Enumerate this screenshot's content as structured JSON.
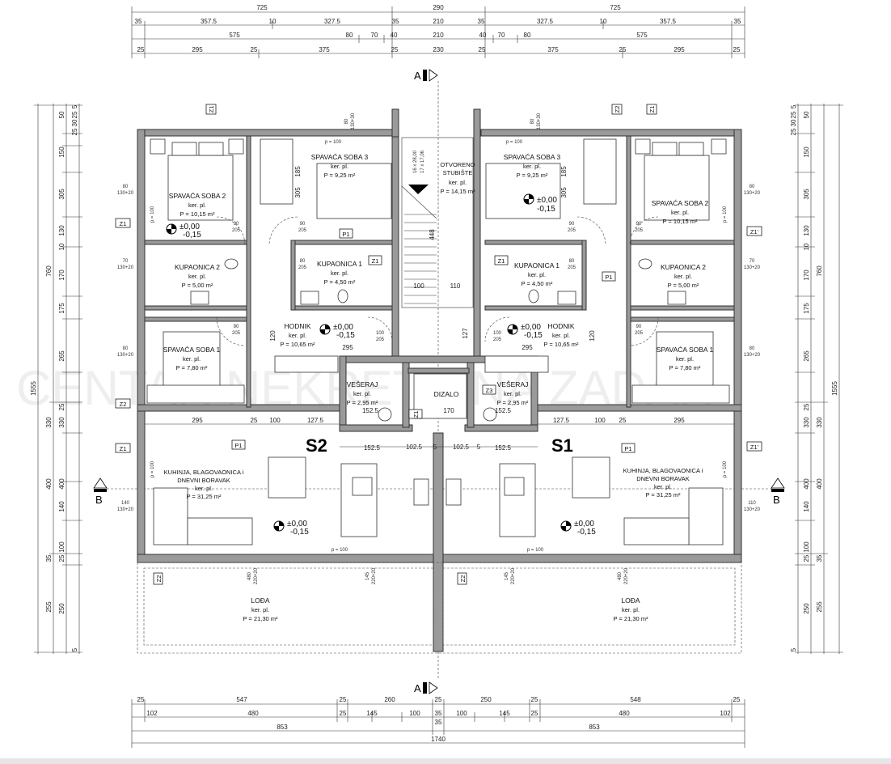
{
  "watermark": "CENTAR NEKRETNINA ZADAR",
  "dims_top": {
    "row1": [
      "725",
      "290",
      "725"
    ],
    "row2": [
      "35",
      "357.5",
      "10",
      "327.5",
      "35",
      "210",
      "35",
      "327.5",
      "10",
      "357.5",
      "35"
    ],
    "row3": [
      "575",
      "80",
      "70",
      "40",
      "210",
      "40",
      "70",
      "80",
      "575"
    ],
    "row4": [
      "25",
      "295",
      "25",
      "375",
      "25",
      "230",
      "25",
      "375",
      "25",
      "295",
      "25"
    ]
  },
  "dims_bottom": {
    "row1": [
      "25",
      "547",
      "25",
      "260",
      "25",
      "250",
      "25",
      "548",
      "25"
    ],
    "row2": [
      "102",
      "480",
      "25",
      "145",
      "100",
      "35",
      "100",
      "145",
      "25",
      "480",
      "102"
    ],
    "row3": [
      "853",
      "35",
      "853"
    ],
    "row4": [
      "1740"
    ]
  },
  "dims_left": {
    "outer": [
      "1555"
    ],
    "mid": [
      "760",
      "330",
      "400",
      "255"
    ],
    "inner": [
      "50",
      "150",
      "305",
      "130",
      "10",
      "170",
      "175",
      "265",
      "25",
      "330",
      "400",
      "140",
      "100",
      "25",
      "35",
      "250",
      "5"
    ],
    "top_small": [
      "25",
      "30",
      "25",
      "5"
    ]
  },
  "dims_right": {
    "outer": [
      "1555"
    ],
    "mid": [
      "760",
      "330",
      "400",
      "255"
    ],
    "inner": [
      "50",
      "150",
      "305",
      "130",
      "10",
      "170",
      "175",
      "265",
      "25",
      "330",
      "400",
      "140",
      "100",
      "25",
      "35",
      "250",
      "5"
    ],
    "top_small": [
      "25",
      "30",
      "25",
      "5"
    ]
  },
  "section_marks": {
    "a_top": "A",
    "a_bottom": "A",
    "b_left": "B",
    "b_right": "B"
  },
  "units": {
    "left": "S2",
    "right": "S1"
  },
  "rooms": {
    "spavaca2_l": {
      "name": "SPAVAĆA SOBA 2",
      "floor": "ker. pl.",
      "area": "P = 10,15 m²"
    },
    "spavaca3_l": {
      "name": "SPAVAĆA SOBA 3",
      "floor": "ker. pl.",
      "area": "P = 9,25 m²"
    },
    "kupaonica2_l": {
      "name": "KUPAONICA 2",
      "floor": "ker. pl.",
      "area": "P = 5,00 m²"
    },
    "kupaonica1_l": {
      "name": "KUPAONICA 1",
      "floor": "ker. pl.",
      "area": "P = 4,50 m²"
    },
    "hodnik_l": {
      "name": "HODNIK",
      "floor": "ker. pl.",
      "area": "P = 10,65 m²"
    },
    "spavaca1_l": {
      "name": "SPAVAĆA SOBA 1",
      "floor": "ker. pl.",
      "area": "P = 7,80 m²"
    },
    "veseraj_l": {
      "name": "VEŠERAJ",
      "floor": "ker. pl.",
      "area": "P = 2,95 m²"
    },
    "kuhinja_l": {
      "name1": "KUHINJA, BLAGOVAONICA i",
      "name2": "DNEVNI BORAVAK",
      "floor": "ker. pl.",
      "area": "P = 31,25 m²"
    },
    "loda_l": {
      "name": "LOĐA",
      "floor": "ker. pl.",
      "area": "P = 21,30 m²"
    },
    "stubiste": {
      "name1": "OTVORENO",
      "name2": "STUBIŠTE",
      "floor": "ker. pl.",
      "area": "P = 14,15 m²"
    },
    "dizalo": {
      "name": "DIZALO"
    },
    "spavaca2_r": {
      "name": "SPAVAĆA SOBA 2",
      "floor": "ker. pl.",
      "area": "P = 10,15 m²"
    },
    "spavaca3_r": {
      "name": "SPAVAĆA SOBA 3",
      "floor": "ker. pl.",
      "area": "P = 9,25 m²"
    },
    "kupaonica2_r": {
      "name": "KUPAONICA 2",
      "floor": "ker. pl.",
      "area": "P = 5,00 m²"
    },
    "kupaonica1_r": {
      "name": "KUPAONICA 1",
      "floor": "ker. pl.",
      "area": "P = 4,50 m²"
    },
    "hodnik_r": {
      "name": "HODNIK",
      "floor": "ker. pl.",
      "area": "P = 10,65 m²"
    },
    "spavaca1_r": {
      "name": "SPAVAĆA SOBA 1",
      "floor": "ker. pl.",
      "area": "P = 7,80 m²"
    },
    "veseraj_r": {
      "name": "VEŠERAJ",
      "floor": "ker. pl.",
      "area": "P = 2,95 m²"
    },
    "kuhinja_r": {
      "name1": "KUHINJA, BLAGOVAONICA i",
      "name2": "DNEVNI BORAVAK",
      "floor": "ker. pl.",
      "area": "P = 31,25 m²"
    },
    "loda_r": {
      "name": "LOĐA",
      "floor": "ker. pl.",
      "area": "P = 21,30 m²"
    }
  },
  "level": {
    "plus": "±0,00",
    "minus": "-0,15"
  },
  "tags": {
    "z1": "Z1",
    "z2": "Z2",
    "z3": "Z3",
    "p1": "P1",
    "z1p": "Z1'"
  },
  "inner_dims": {
    "d295": "295",
    "d100": "100",
    "d1275": "127.5",
    "d25": "25",
    "d1525": "152.5",
    "d1025": "102.5",
    "d5": "5",
    "d170": "170",
    "d448": "448",
    "d110": "110",
    "d185": "185",
    "d127": "127",
    "d120": "120",
    "d305": "305"
  },
  "door_labels": {
    "d90_205": "90",
    "d205": "205",
    "d80_205": "80",
    "d100_205": "100"
  },
  "window_labels": {
    "w80": "80",
    "w130_20": "130+20",
    "w70": "70",
    "w140": "140",
    "w110": "110",
    "w480": "480",
    "w220_20": "220+20",
    "w145": "145",
    "w100_c": "100",
    "w130_30": "130+30"
  },
  "parapet": "p = 100",
  "stair_note": {
    "a": "16 x 28,00",
    "b": "17 x 17,06"
  }
}
